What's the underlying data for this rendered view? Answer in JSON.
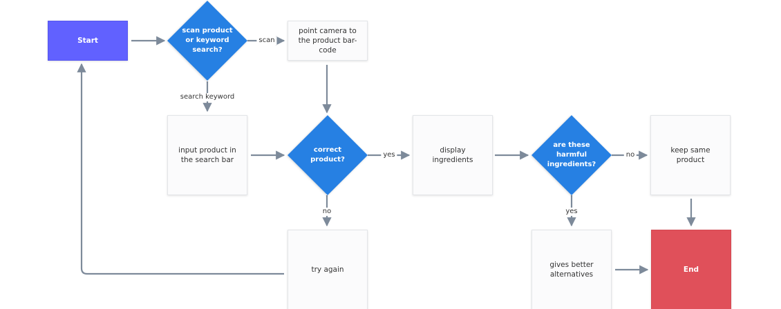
{
  "nodes": {
    "start": "Start",
    "scan_decision": "scan product or keyword search?",
    "point_camera": "point camera to the product bar-code",
    "input_product": "input product in the search bar",
    "correct_decision": "correct product?",
    "display_ingredients": "display ingredients",
    "harmful_decision": "are these harmful ingredients?",
    "keep_same": "keep same product",
    "try_again": "try again",
    "better_alternatives": "gives better alternatives",
    "end": "End"
  },
  "edge_labels": {
    "scan": "scan",
    "search_keyword": "search keyword",
    "yes_correct": "yes",
    "no_correct": "no",
    "no_harmful": "no",
    "yes_harmful": "yes"
  },
  "colors": {
    "start": "#6161ff",
    "end": "#e0505a",
    "decision": "#2680e3",
    "connector": "#7d8a9a"
  }
}
